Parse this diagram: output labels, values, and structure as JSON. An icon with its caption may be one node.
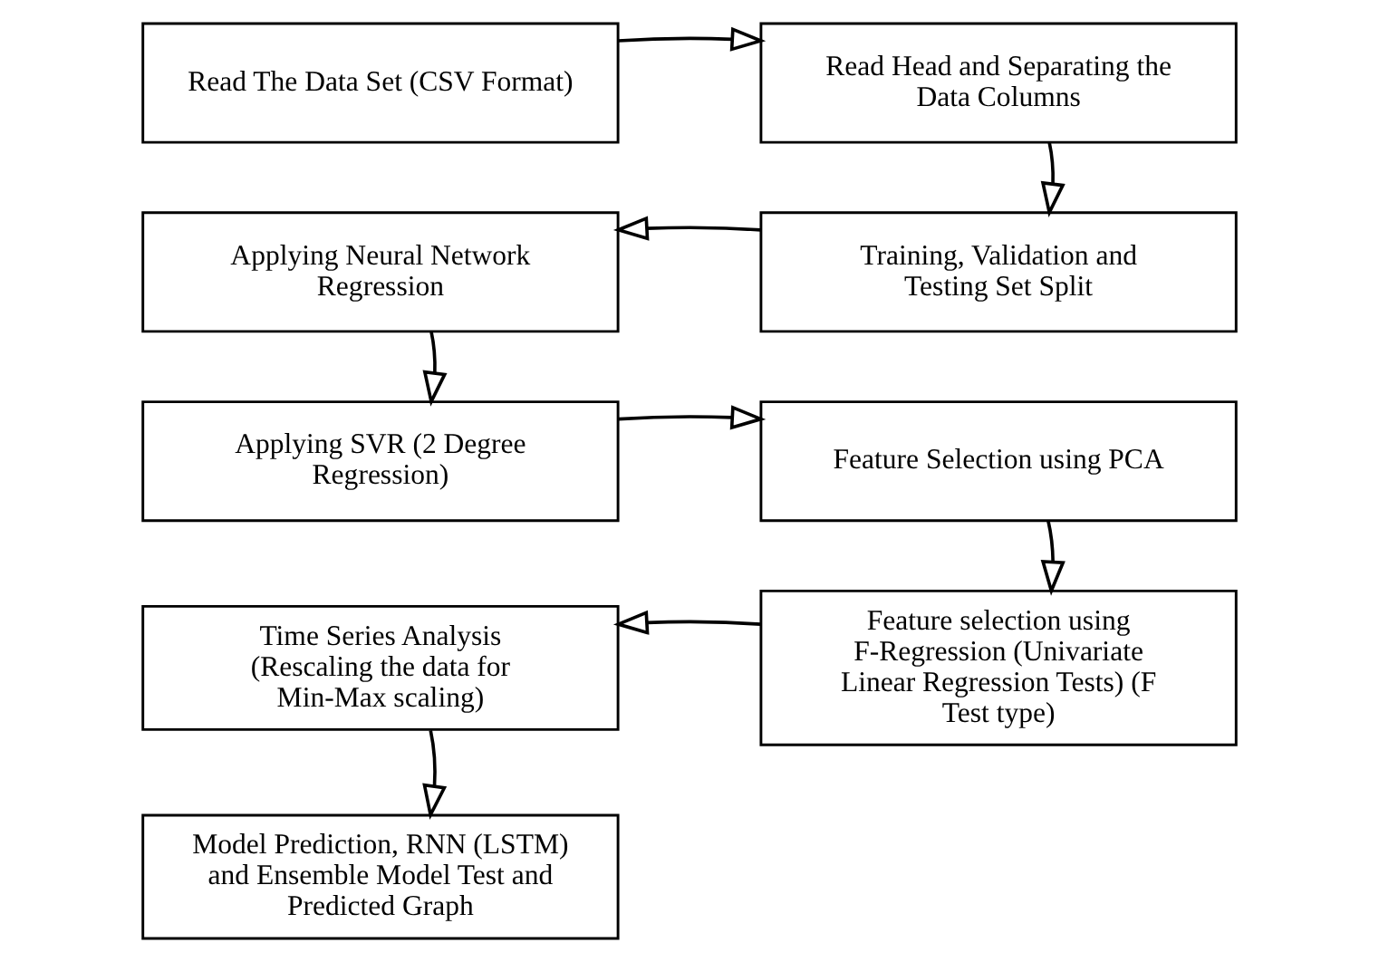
{
  "diagram": {
    "nodes": [
      {
        "text": [
          "Read The Data Set (CSV Format)"
        ]
      },
      {
        "text": [
          "Read Head and Separating the Data Columns"
        ]
      },
      {
        "text": [
          "Applying Neural Network Regression"
        ]
      },
      {
        "text": [
          "Training, Validation and Testing Set Split"
        ]
      },
      {
        "text": [
          "Applying SVR (2 Degree Regression)"
        ]
      },
      {
        "text": [
          "Feature Selection using PCA"
        ]
      },
      {
        "text": [
          "Time Series Analysis (Rescaling the data for Min-Max scaling)"
        ]
      },
      {
        "text": [
          "Feature selection using F-Regression (Univariate Linear Regression Tests) (F Test type)"
        ]
      },
      {
        "text": [
          "Model Prediction, RNN (LSTM) and Ensemble Model Test and Predicted Graph"
        ]
      }
    ],
    "edges": [
      {
        "from": 0,
        "to": 1,
        "arrow": "to"
      },
      {
        "from": 1,
        "to": 3,
        "arrow": "to"
      },
      {
        "from": 3,
        "to": 2,
        "arrow": "to"
      },
      {
        "from": 2,
        "to": 4,
        "arrow": "to"
      },
      {
        "from": 4,
        "to": 5,
        "arrow": "to"
      },
      {
        "from": 5,
        "to": 7,
        "arrow": "to"
      },
      {
        "from": 7,
        "to": 6,
        "arrow": "to"
      },
      {
        "from": 6,
        "to": 8,
        "arrow": "to"
      }
    ]
  }
}
